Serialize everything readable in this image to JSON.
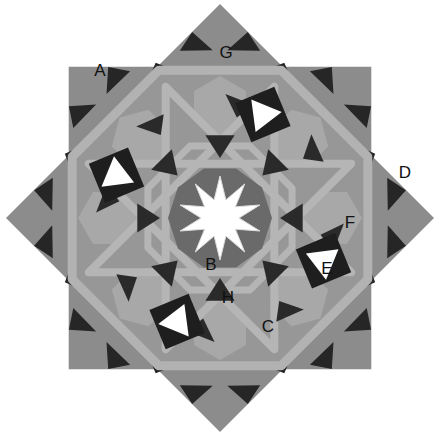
{
  "diagram": {
    "labels": [
      "A",
      "G",
      "D",
      "F",
      "E",
      "B",
      "H",
      "C"
    ]
  }
}
